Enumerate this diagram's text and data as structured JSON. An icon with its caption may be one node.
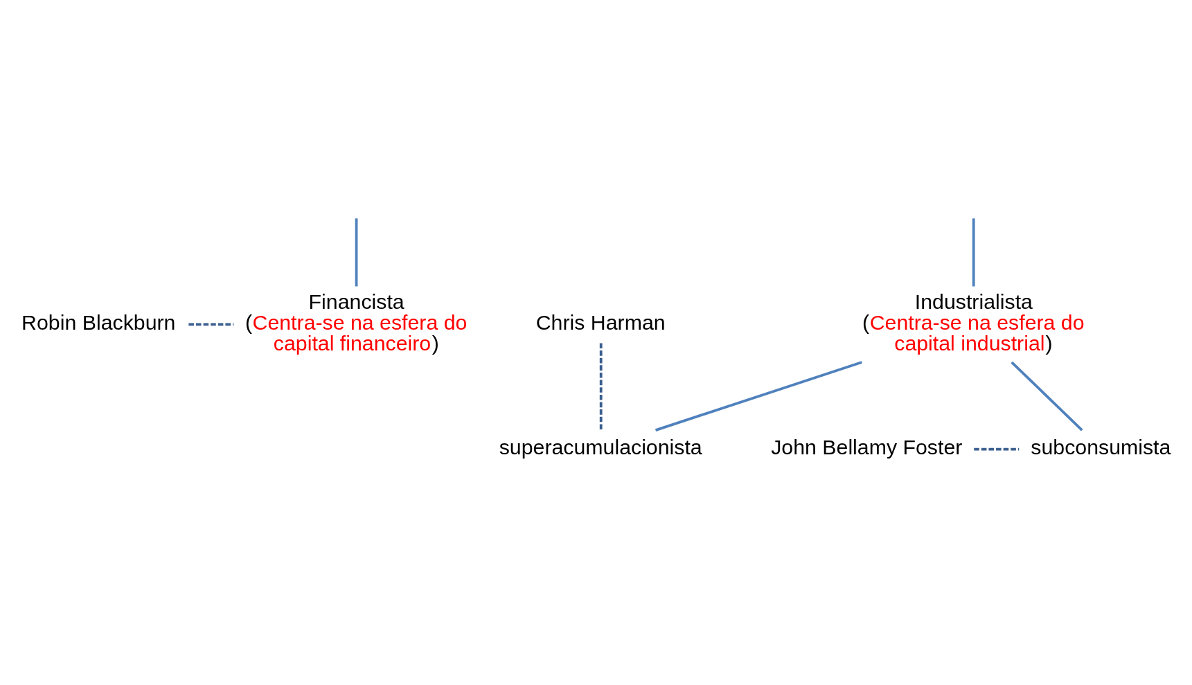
{
  "diagram": {
    "nodes": [
      {
        "text": [
          "Robin Blackburn"
        ]
      },
      {
        "text": [
          "Financista",
          "(Centra-se na esfera do capital financeiro)"
        ]
      },
      {
        "text": [
          "Industrialista",
          "(Centra-se na esfera do capital industrial)"
        ]
      },
      {
        "text": [
          "Chris Harman"
        ]
      },
      {
        "text": [
          "John Bellamy Foster"
        ]
      },
      {
        "text": [
          "subconsumista"
        ]
      },
      {
        "text": [
          "superacumulacionista"
        ]
      }
    ],
    "edges": [
      {
        "from": null,
        "to": 1,
        "arrow": "none"
      },
      {
        "from": null,
        "to": 2,
        "arrow": "none"
      },
      {
        "from": 0,
        "to": 1,
        "arrow": "none",
        "style": "dashed",
        "color": "#3b5f8f"
      },
      {
        "from": 2,
        "to": 5,
        "arrow": "none"
      },
      {
        "from": 2,
        "to": 6,
        "arrow": "none"
      },
      {
        "from": 3,
        "to": 6,
        "arrow": "none",
        "style": "dashed",
        "color": "#3b5f8f"
      },
      {
        "from": 4,
        "to": 5,
        "arrow": "none",
        "style": "dashed",
        "color": "#3b5f8f"
      }
    ]
  }
}
